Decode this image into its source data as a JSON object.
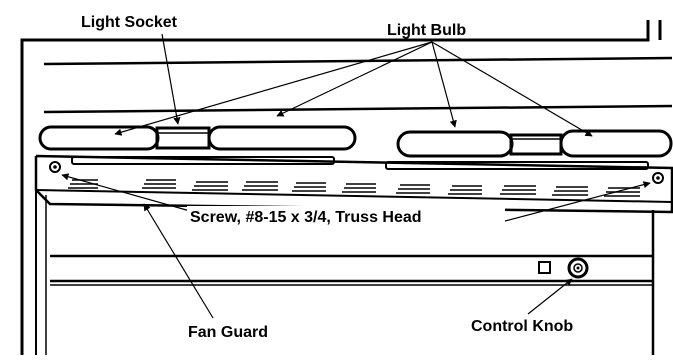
{
  "labels": {
    "light_socket": "Light Socket",
    "light_bulb": "Light Bulb",
    "screw": "Screw, #8-15 x 3/4, Truss Head",
    "fan_guard": "Fan Guard",
    "control_knob": "Control Knob"
  },
  "colors": {
    "ink": "#000000",
    "paper": "#ffffff"
  }
}
